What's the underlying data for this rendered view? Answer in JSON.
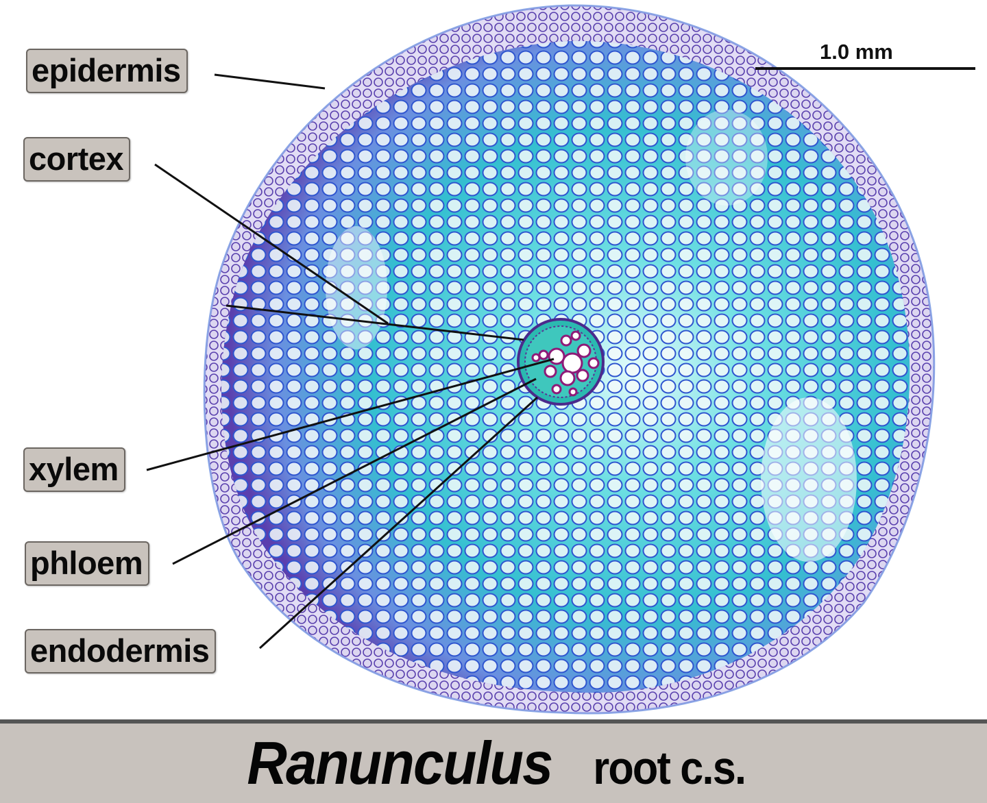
{
  "figure": {
    "subject": "Ranunculus root cross-section micrograph",
    "scale_bar": {
      "label": "1.0 mm"
    },
    "labels": [
      {
        "id": "epidermis",
        "text": "epidermis"
      },
      {
        "id": "cortex",
        "text": "cortex"
      },
      {
        "id": "xylem",
        "text": "xylem"
      },
      {
        "id": "phloem",
        "text": "phloem"
      },
      {
        "id": "endodermis",
        "text": "endodermis"
      }
    ],
    "caption": {
      "genus": "Ranunculus",
      "rest": "root c.s."
    },
    "colors": {
      "label_bg": "#c9c3bd",
      "label_border": "#6b6661",
      "caption_bg": "#c8c2bd",
      "cell_wall_blue": "#3a5bd6",
      "stain_cyan": "#27c9cf",
      "outer_purple": "#5a2f9e",
      "xylem_magenta": "#a0186e",
      "leader_line": "#111111"
    }
  }
}
